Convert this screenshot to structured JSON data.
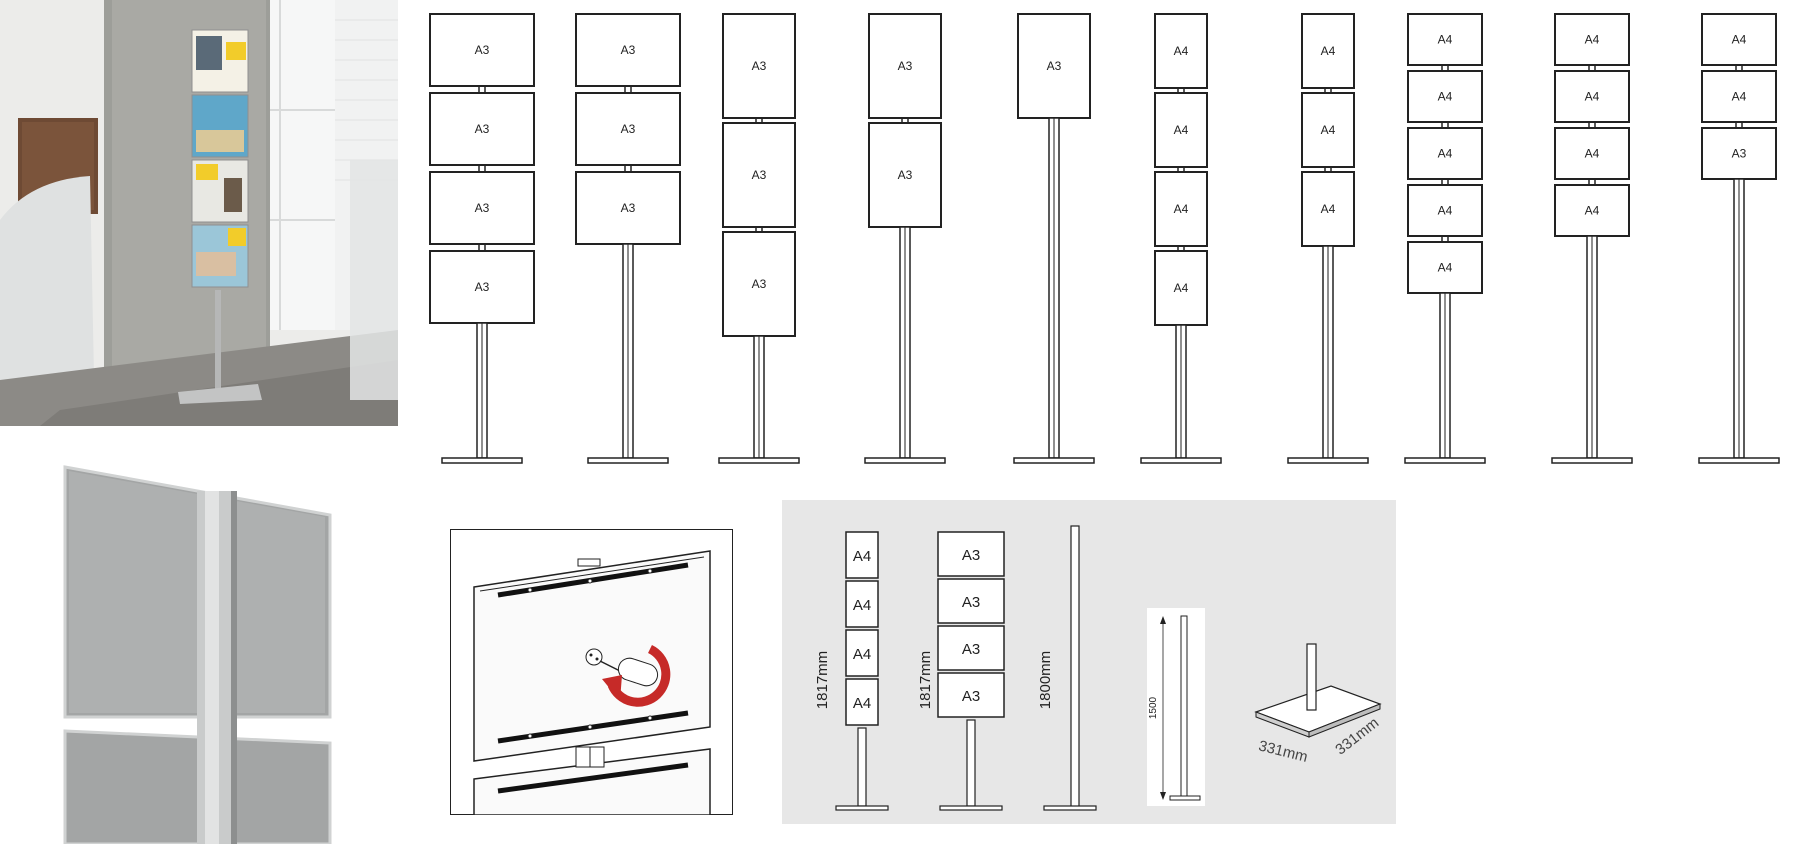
{
  "stand_configs": [
    {
      "panels": [
        "A3",
        "A3",
        "A3",
        "A3"
      ]
    },
    {
      "panels": [
        "A3",
        "A3",
        "A3"
      ]
    },
    {
      "panels": [
        "A3",
        "A3",
        "A3"
      ]
    },
    {
      "panels": [
        "A3",
        "A3"
      ]
    },
    {
      "panels": [
        "A3"
      ]
    },
    {
      "panels": [
        "A4",
        "A4",
        "A4",
        "A4"
      ]
    },
    {
      "panels": [
        "A4",
        "A4",
        "A4"
      ]
    },
    {
      "panels": [
        "A4",
        "A4",
        "A4",
        "A4",
        "A4"
      ]
    },
    {
      "panels": [
        "A4",
        "A4",
        "A4",
        "A4"
      ]
    },
    {
      "panels": [
        "A4",
        "A4",
        "A3"
      ]
    }
  ],
  "dimensions": {
    "a4_stand_panels": [
      "A4",
      "A4",
      "A4",
      "A4"
    ],
    "a4_stand_height": "1817mm",
    "a3_stand_panels": [
      "A3",
      "A3",
      "A3",
      "A3"
    ],
    "a3_stand_height": "1817mm",
    "pole_height": "1800mm",
    "inset_height": "1500",
    "base_width": "331mm",
    "base_depth": "331mm"
  },
  "colors": {
    "line": "#222222",
    "panel_grey": "#b9bcbd",
    "spec_bg": "#e7e7e7",
    "accent_red": "#c62a28",
    "poster_yellow": "#f2cc2a"
  }
}
